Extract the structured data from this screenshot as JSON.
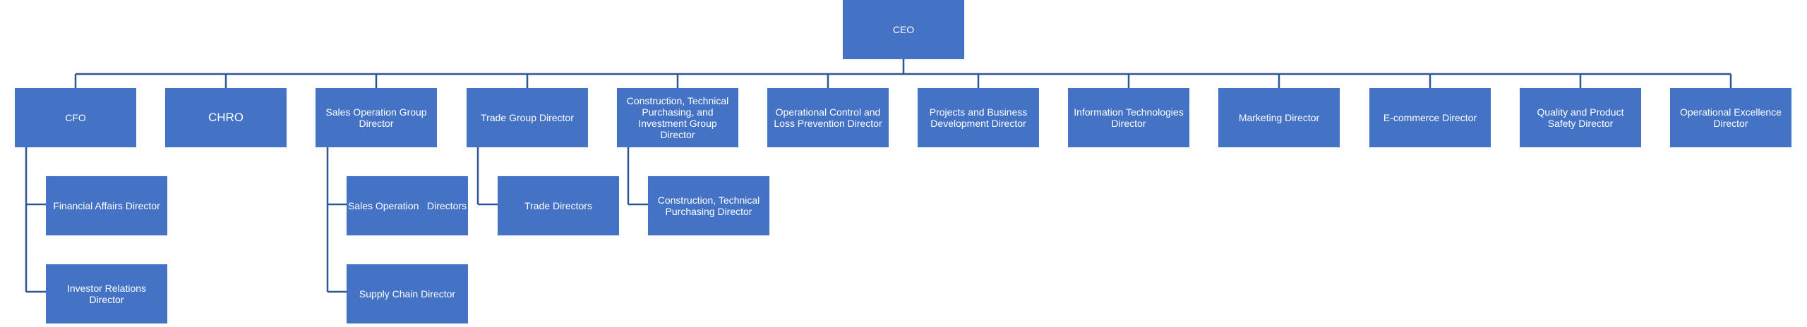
{
  "org_chart": {
    "root": "CEO",
    "level1": [
      "CFO",
      "CHRO",
      "Sales Operation Group Director",
      "Trade Group Director",
      "Construction, Technical Purchasing, and Investment Group Director",
      "Operational Control and Loss Prevention Director",
      "Projects and Business Development Director",
      "Information Technologies Director",
      "Marketing Director",
      "E-commerce Director",
      "Quality and Product Safety Director",
      "Operational Excellence Director"
    ],
    "cfo_reports": [
      "Financial Affairs Director",
      "Investor Relations Director"
    ],
    "sales_reports": [
      "Sales Operation   Directors",
      "Supply Chain Director"
    ],
    "trade_reports": [
      "Trade Directors"
    ],
    "construction_reports": [
      "Construction, Technical Purchasing Director"
    ],
    "colors": {
      "box_fill": "#4472c4",
      "connector": "#2f5597",
      "text": "#ffffff"
    }
  }
}
